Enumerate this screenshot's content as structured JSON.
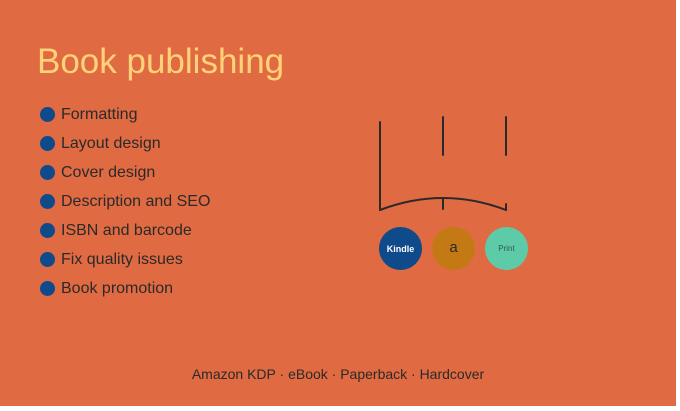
{
  "title": "Book publishing",
  "services": [
    "Formatting",
    "Layout design",
    "Cover design",
    "Description and SEO",
    "ISBN and barcode",
    "Fix quality issues",
    "Book promotion"
  ],
  "platforms": {
    "kindle": "Kindle",
    "amazon": "a",
    "print": "Print"
  },
  "formats_line": "Amazon KDP · eBook · Paperback · Hardcover",
  "colors": {
    "background": "#E06A42",
    "title": "#FFD27A",
    "bullet": "#0F4A8A",
    "kindle": "#0F4A8A",
    "amazon": "#C47A14",
    "print": "#5ECBA8"
  }
}
